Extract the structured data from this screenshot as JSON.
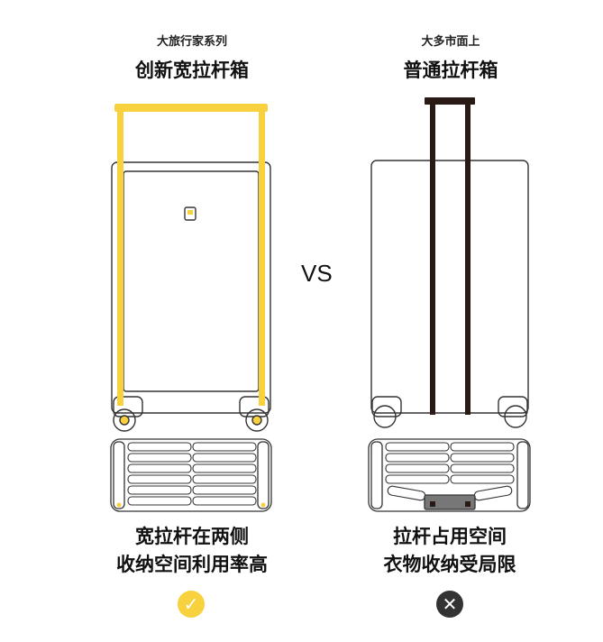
{
  "left": {
    "subtitle": "大旅行家系列",
    "title": "创新宽拉杆箱",
    "caption_line1": "宽拉杆在两侧",
    "caption_line2": "收纳空间利用率高",
    "badge_icon": "check-icon"
  },
  "right": {
    "subtitle": "大多市面上",
    "title": "普通拉杆箱",
    "caption_line1": "拉杆占用空间",
    "caption_line2": "衣物收纳受局限",
    "badge_icon": "cross-icon"
  },
  "vs_label": "VS",
  "colors": {
    "accent_yellow": "#F7D23E",
    "handle_dark": "#2a1a16",
    "outline": "#333333",
    "badge_dark": "#333333"
  }
}
